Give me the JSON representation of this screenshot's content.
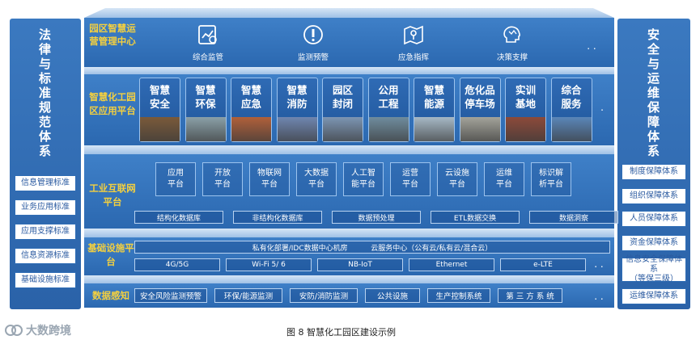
{
  "left_column": {
    "title": "法律与标准规范体系",
    "items": [
      "信息管理标准",
      "业务应用标准",
      "应用支撑标准",
      "信息资源标准",
      "基础设施标准"
    ]
  },
  "right_column": {
    "title": "安全与运维保障体系",
    "items": [
      "制度保障体系",
      "组织保障体系",
      "人员保障体系",
      "资金保障体系",
      "信息安全保障体系\n（等保三级）",
      "运维保障体系"
    ]
  },
  "layers": {
    "monitor": {
      "label": "园区智慧运营管理中心",
      "items": [
        {
          "label": "综合监管",
          "icon": "monitor-chart-icon"
        },
        {
          "label": "监测预警",
          "icon": "alert-icon"
        },
        {
          "label": "应急指挥",
          "icon": "map-pin-icon"
        },
        {
          "label": "决策支撑",
          "icon": "brain-icon"
        }
      ],
      "more": ". ."
    },
    "app": {
      "label": "智慧化工园区应用平台",
      "cards": [
        {
          "line1": "智慧",
          "line2": "安全",
          "photo": "#7a5a3a"
        },
        {
          "line1": "智慧",
          "line2": "环保",
          "photo": "#8aa0a8"
        },
        {
          "line1": "智慧",
          "line2": "应急",
          "photo": "#b0603a"
        },
        {
          "line1": "智慧",
          "line2": "消防",
          "photo": "#6f86b0"
        },
        {
          "line1": "园区",
          "line2": "封闭",
          "photo": "#7c95b3"
        },
        {
          "line1": "公用",
          "line2": "工程",
          "photo": "#6f8c9e"
        },
        {
          "line1": "智慧",
          "line2": "能源",
          "photo": "#a6b8c6"
        },
        {
          "line1": "危化品",
          "line2": "停车场",
          "photo": "#a3a39a"
        },
        {
          "line1": "实训",
          "line2": "基地",
          "photo": "#8c4a3a"
        },
        {
          "line1": "综合",
          "line2": "服务",
          "photo": "#5a86b8"
        }
      ],
      "more": "."
    },
    "iiot": {
      "label": "工业互联网平台",
      "boxes": [
        {
          "line1": "应用",
          "line2": "平台"
        },
        {
          "line1": "开放",
          "line2": "平台"
        },
        {
          "line1": "物联网",
          "line2": "平台"
        },
        {
          "line1": "大数据",
          "line2": "平台"
        },
        {
          "line1": "人工智",
          "line2": "能平台"
        },
        {
          "line1": "运营",
          "line2": "平台"
        },
        {
          "line1": "云设施",
          "line2": "平台"
        },
        {
          "line1": "运维",
          "line2": "平台"
        },
        {
          "line1": "标识解",
          "line2": "析平台"
        }
      ],
      "data_items": [
        "结构化数据库",
        "非结构化数据库",
        "数据预处理",
        "ETL数据交换",
        "数据洞察"
      ]
    },
    "infra": {
      "label": "基础设施平台",
      "banner": "私有化部署/IDC数据中心机房          云服务中心（公有云/私有云/混合云）",
      "network": [
        "4G/5G",
        "Wi-Fi 5/ 6",
        "NB-IoT",
        "Ethernet",
        "e-LTE"
      ],
      "more": ". ."
    },
    "sensing": {
      "label": "数据感知",
      "items": [
        "安全风险监测预警",
        "环保/能源监测",
        "安防/消防监测",
        "公共设施",
        "生产控制系统",
        "第 三 方 系 统"
      ],
      "more": ". ."
    }
  },
  "caption": "图 8  智慧化工园区建设示例",
  "watermark": "大数跨境",
  "colors": {
    "accent": "#f4d03f",
    "layer": "#2b68b0",
    "slab": "#b7d0ec"
  }
}
